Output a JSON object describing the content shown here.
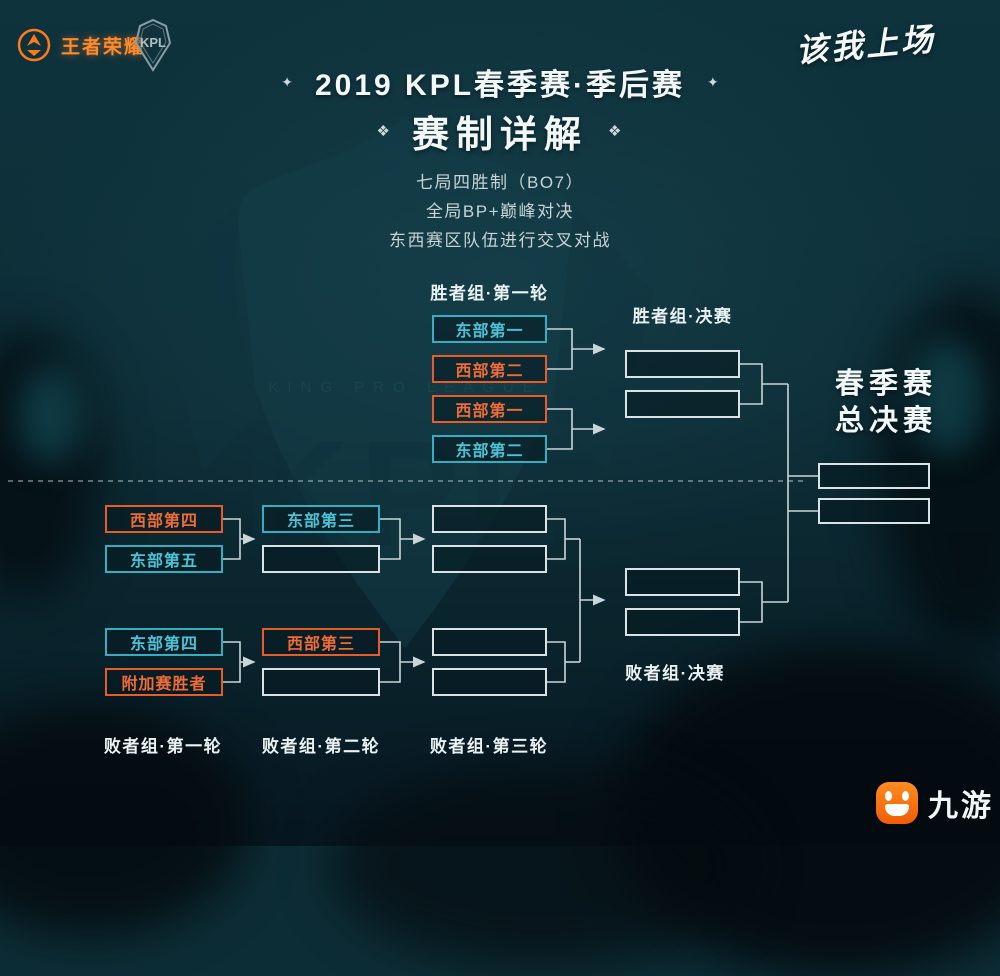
{
  "colors": {
    "background": "#0d2d36",
    "east_accent": "#36aec2",
    "west_accent": "#e85c2a",
    "empty_slot_border": "#d9e2e4",
    "line": "#c9d6d8",
    "title_text": "#f2f7f8",
    "publisher_orange": "#f25c05"
  },
  "ornaments": {
    "star": "✦",
    "diamond": "❖"
  },
  "header": {
    "kog_logo_text": "王者荣耀",
    "kpl_logo_text": "KPL",
    "slogan": "该我上场",
    "title": "2019 KPL春季赛·季后赛",
    "subtitle": "赛制详解",
    "rules": [
      "七局四胜制（BO7）",
      "全局BP+巅峰对决",
      "东西赛区队伍进行交叉对战"
    ]
  },
  "watermark": {
    "ring_text": "KING PRO LEAGUE",
    "monogram": "KPL"
  },
  "bracket": {
    "winners_round1": {
      "label": "胜者组·第一轮",
      "teams": [
        "东部第一",
        "西部第二",
        "西部第一",
        "东部第二"
      ]
    },
    "winners_final": {
      "label": "胜者组·决赛"
    },
    "grand_final": {
      "title_line1": "春季赛",
      "title_line2": "总决赛"
    },
    "losers_round1": {
      "label": "败者组·第一轮",
      "teams": [
        "西部第四",
        "东部第五",
        "东部第四",
        "附加赛胜者"
      ]
    },
    "losers_round2": {
      "label": "败者组·第二轮",
      "teams": [
        "东部第三",
        "西部第三"
      ]
    },
    "losers_round3": {
      "label": "败者组·第三轮"
    },
    "losers_final": {
      "label": "败者组·决赛"
    }
  },
  "footer": {
    "publisher": "九游"
  }
}
